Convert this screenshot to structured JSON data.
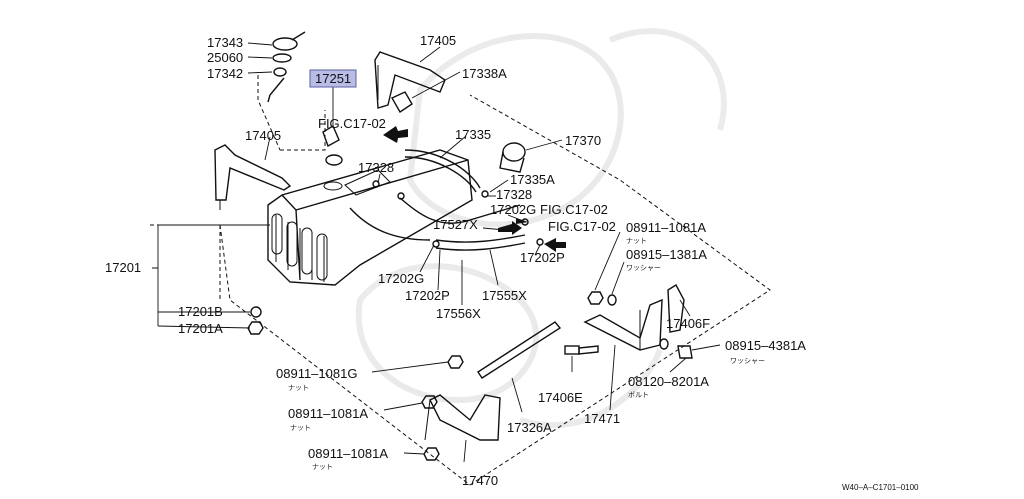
{
  "diagram": {
    "highlighted_part": "17251",
    "labels": {
      "p17343": "17343",
      "p25060": "25060",
      "p17342": "17342",
      "p17251": "17251",
      "fig1": "FIG.C17-02",
      "p17405_top": "17405",
      "p17338A": "17338A",
      "p17405_left": "17405",
      "p17335": "17335",
      "p17370": "17370",
      "p17328_a": "17328",
      "p17335A": "17335A",
      "p17328_b": "17328",
      "p17202G_r": "17202G",
      "fig2": "FIG.C17-02",
      "p17527X": "17527X",
      "fig3": "FIG.C17-02",
      "p17202P_r": "17202P",
      "p17201": "17201",
      "p17202G_l": "17202G",
      "p17202P_l": "17202P",
      "p17555X": "17555X",
      "p17556X": "17556X",
      "p17201B": "17201B",
      "p17201A": "17201A",
      "p08911_1081A_r": "08911–1081A",
      "nut_r": "ナット",
      "p08915_1381A": "08915–1381A",
      "washer_r": "ワッシャー",
      "p17406F": "17406F",
      "p08915_4381A": "08915–4381A",
      "washer_r2": "ワッシャー",
      "p08120_8201A": "08120–8201A",
      "bolt": "ボルト",
      "p17406E": "17406E",
      "p17471": "17471",
      "p08911_1081G": "08911–1081G",
      "nut_1": "ナット",
      "p08911_1081A_2": "08911–1081A",
      "nut_2": "ナット",
      "p17326A": "17326A",
      "p08911_1081A_3": "08911–1081A",
      "nut_3": "ナット",
      "p17470": "17470",
      "ref_code": "W40–A–C1701–0100"
    }
  }
}
